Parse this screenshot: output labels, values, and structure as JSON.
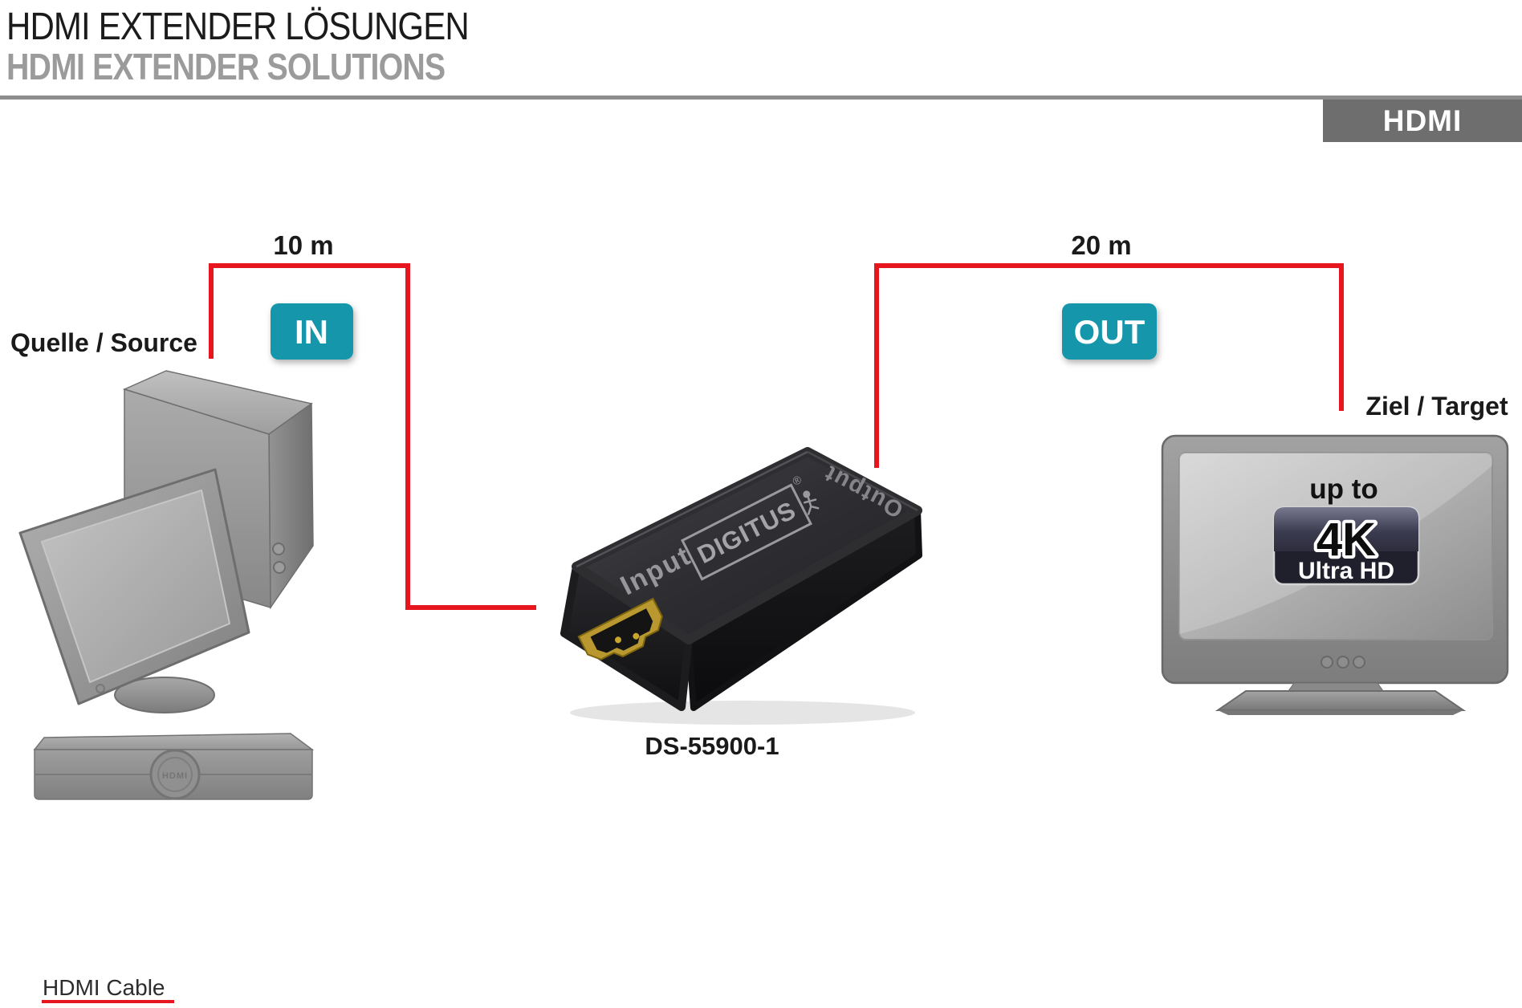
{
  "header": {
    "title_de": "HDMI EXTENDER LÖSUNGEN",
    "title_en": "HDMI EXTENDER SOLUTIONS",
    "hdmi_badge": "HDMI"
  },
  "diagram": {
    "source_label": "Quelle / Source",
    "target_label": "Ziel / Target",
    "cable_in_length": "10 m",
    "cable_out_length": "20 m",
    "in_badge": "IN",
    "out_badge": "OUT",
    "device_model": "DS-55900-1",
    "device_brand": "DIGITUS",
    "device_brand_reg": "®",
    "device_input_label": "Input",
    "device_output_label": "Output",
    "player_emblem": "HDMI",
    "tv_up_to": "up to",
    "tv_4k": "4K",
    "tv_ultra_hd": "Ultra HD",
    "footer_cable_label": "HDMI Cable"
  },
  "colors": {
    "cable_red": "#e7161e",
    "badge_teal": "#1496ab",
    "hdmi_badge_gray": "#6e6e6e",
    "title_black": "#1b1b1b",
    "subtitle_gray": "#9b9b9b"
  }
}
